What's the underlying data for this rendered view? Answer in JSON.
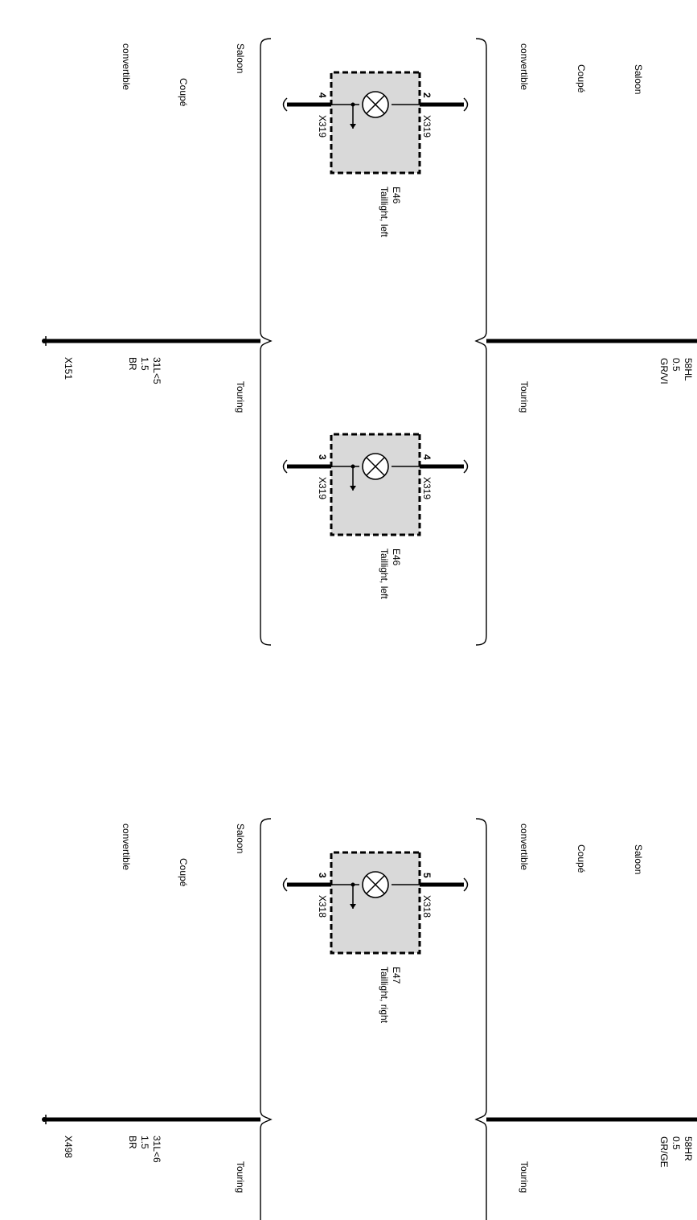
{
  "variants": {
    "saloon": "Saloon",
    "coupe": "Coupé",
    "convertible": "convertible",
    "touring": "Touring"
  },
  "top_wire": {
    "signal": "58HL",
    "size": "0.5",
    "color": "GR/VI"
  },
  "bottom_wire_1": {
    "signal": "31L<5",
    "size": "1.5",
    "color": "BR",
    "ground": "X151"
  },
  "top_wire_2": {
    "signal": "58HR",
    "size": "0.5",
    "color": "GR/GE"
  },
  "bottom_wire_2": {
    "signal": "31L<6",
    "size": "1.5",
    "color": "BR",
    "ground": "X498"
  },
  "lamps": [
    {
      "id": "E46",
      "name": "Taillight, left",
      "pin_top": "2",
      "conn_top": "X319",
      "pin_bottom": "4",
      "conn_bottom": "X319"
    },
    {
      "id": "E46",
      "name": "Taillight, left",
      "pin_top": "4",
      "conn_top": "X319",
      "pin_bottom": "3",
      "conn_bottom": "X319"
    },
    {
      "id": "E47",
      "name": "Taillight, right",
      "pin_top": "5",
      "conn_top": "X318",
      "pin_bottom": "3",
      "conn_bottom": "X318"
    }
  ]
}
